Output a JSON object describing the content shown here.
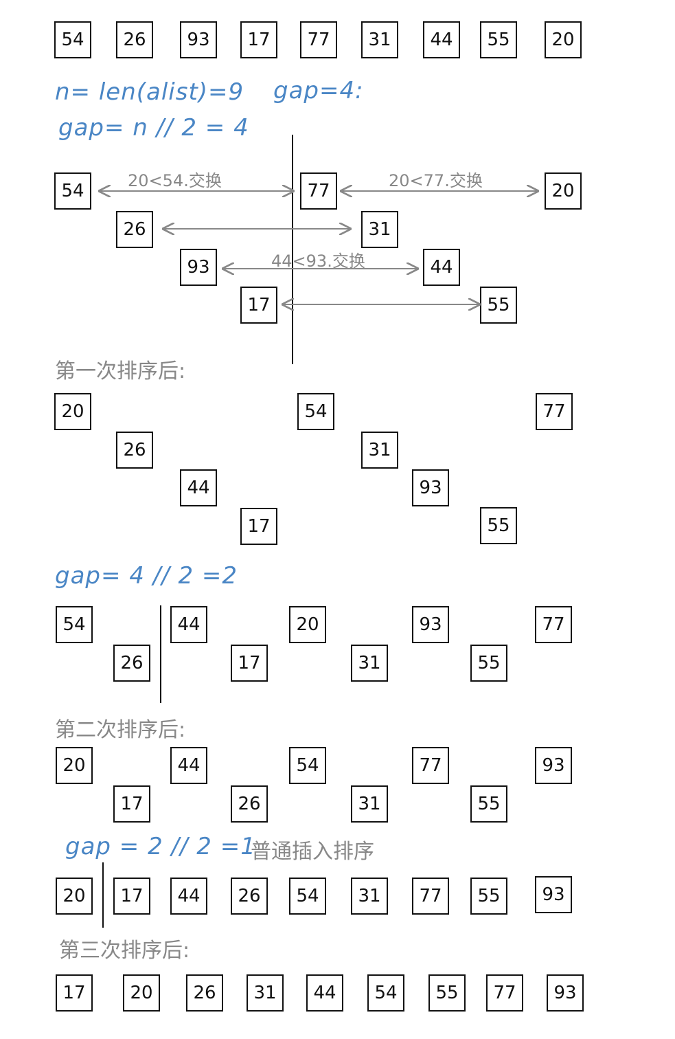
{
  "rows": {
    "initial": [
      "54",
      "26",
      "93",
      "17",
      "77",
      "31",
      "44",
      "55",
      "20"
    ],
    "gap4_groups": [
      "54",
      "77",
      "20",
      "26",
      "31",
      "93",
      "44",
      "17",
      "55"
    ],
    "after_pass1": [
      "20",
      "54",
      "77",
      "26",
      "31",
      "44",
      "93",
      "17",
      "55"
    ],
    "gap2_groups": [
      "54",
      "44",
      "20",
      "93",
      "77",
      "26",
      "17",
      "31",
      "55"
    ],
    "after_pass2": [
      "20",
      "44",
      "54",
      "77",
      "93",
      "17",
      "26",
      "31",
      "55"
    ],
    "gap1": [
      "20",
      "17",
      "44",
      "26",
      "54",
      "31",
      "77",
      "55",
      "93"
    ],
    "final": [
      "17",
      "20",
      "26",
      "31",
      "44",
      "54",
      "55",
      "77",
      "93"
    ]
  },
  "notes": {
    "n_len": "n= len(alist)=9",
    "gap4_label": "gap=4:",
    "gap_formula": "gap= n // 2 = 4",
    "swap1": "20<54.交换",
    "swap2": "20<77.交换",
    "swap3": "44<93.交换",
    "pass1_after": "第一次排序后:",
    "gap2_formula": "gap= 4 // 2 =2",
    "pass2_after": "第二次排序后:",
    "gap1_formula": "gap = 2 // 2 =1",
    "gap1_note": "普通插入排序",
    "pass3_after": "第三次排序后:"
  }
}
